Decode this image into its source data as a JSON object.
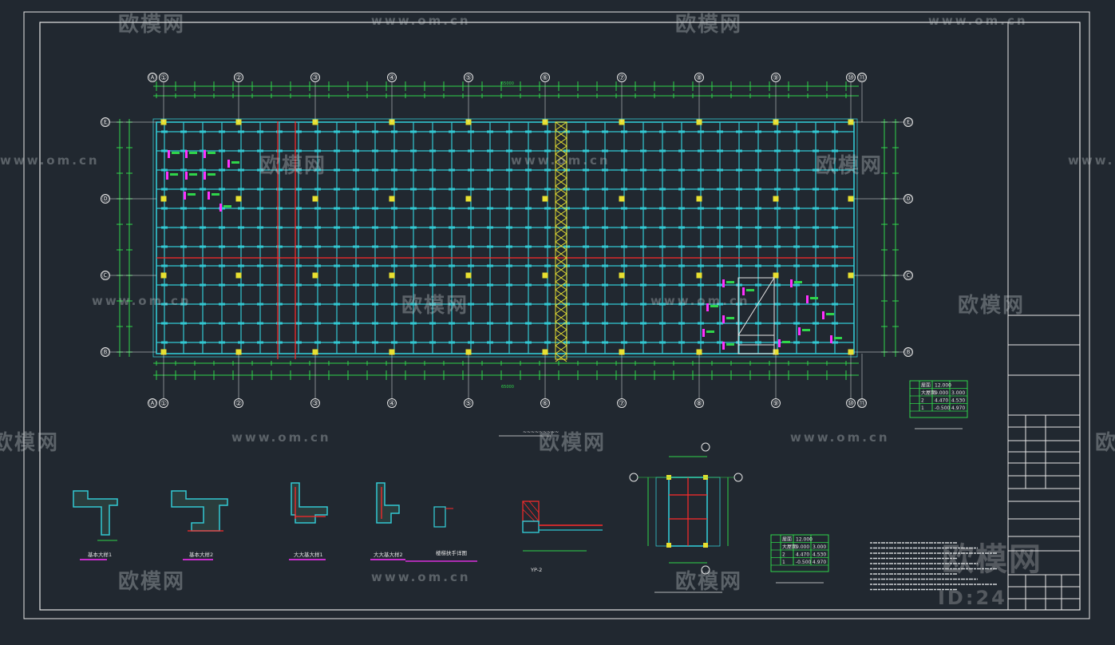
{
  "colors": {
    "background": "#212830",
    "frame": "#e6e6e6",
    "grid": "#32c8d2",
    "dimension": "#2fd54a",
    "section": "#ff2a2a",
    "label": "#ff30ff",
    "core": "#ffff30"
  },
  "axes": {
    "columns": [
      "①",
      "②",
      "③",
      "④",
      "⑤",
      "⑥",
      "⑦",
      "⑧",
      "⑨",
      "⑩",
      "⑪"
    ],
    "rows": [
      "Ⓔ",
      "Ⓓ",
      "Ⓒ",
      "Ⓑ"
    ],
    "extra_left": "Ⓐ"
  },
  "plan": {
    "overall_dim": "65000"
  },
  "details": [
    {
      "label": "基本大样1"
    },
    {
      "label": "基本大样2"
    },
    {
      "label": "大大基大样1"
    },
    {
      "label": "大大基大样2"
    },
    {
      "label": "楼梯扶手详图"
    },
    {
      "label": "YP-2"
    }
  ],
  "elevation_table": {
    "rows": [
      [
        "屋面",
        "12.000",
        ""
      ],
      [
        "大屋面",
        "9.000",
        "3.000"
      ],
      [
        "2",
        "4.470",
        "4.530"
      ],
      [
        "1",
        "-0.500",
        "4.970"
      ]
    ]
  },
  "watermark": {
    "logo": "欧模网",
    "url": "www.om.cn",
    "id": "ID:24"
  }
}
